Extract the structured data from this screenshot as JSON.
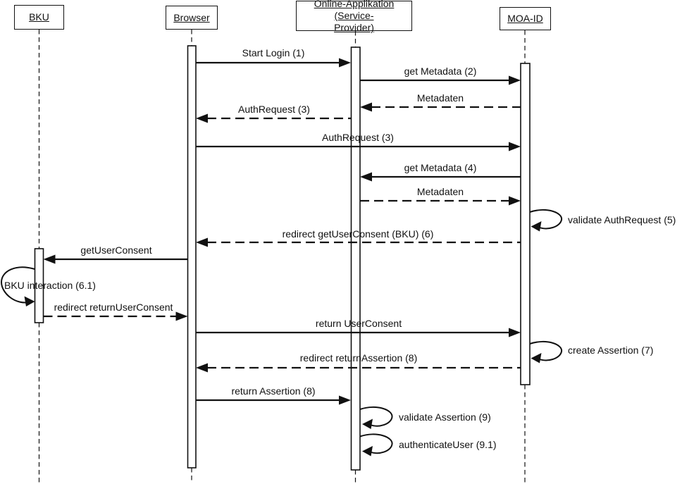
{
  "diagram": {
    "title": "MOA-ID login sequence diagram",
    "colors": {
      "line": "#111111",
      "background": "#ffffff",
      "text": "#111111"
    },
    "participants": [
      {
        "id": "bku",
        "label": "BKU"
      },
      {
        "id": "browser",
        "label": "Browser"
      },
      {
        "id": "online-app",
        "label": "Online-Applikation (Service-\nProvider)"
      },
      {
        "id": "moa-id",
        "label": "MOA-ID"
      }
    ],
    "messages": [
      {
        "label": "Start Login (1)",
        "from": "Browser",
        "to": "Online-Applikation (Service-Provider)",
        "line": "solid"
      },
      {
        "label": "get Metadata (2)",
        "from": "Online-Applikation (Service-Provider)",
        "to": "MOA-ID",
        "line": "solid"
      },
      {
        "label": "Metadaten",
        "from": "MOA-ID",
        "to": "Online-Applikation (Service-Provider)",
        "line": "dashed"
      },
      {
        "label": "AuthRequest (3)",
        "from": "Online-Applikation (Service-Provider)",
        "to": "Browser",
        "line": "dashed"
      },
      {
        "label": "AuthRequest (3)",
        "from": "Browser",
        "to": "MOA-ID",
        "line": "solid"
      },
      {
        "label": "get Metadata (4)",
        "from": "MOA-ID",
        "to": "Online-Applikation (Service-Provider)",
        "line": "solid"
      },
      {
        "label": "Metadaten",
        "from": "Online-Applikation (Service-Provider)",
        "to": "MOA-ID",
        "line": "dashed"
      },
      {
        "label": "validate AuthRequest (5)",
        "from": "MOA-ID",
        "to": "MOA-ID",
        "line": "self"
      },
      {
        "label": "redirect getUserConsent (BKU) (6)",
        "from": "MOA-ID",
        "to": "Browser",
        "line": "dashed"
      },
      {
        "label": "getUserConsent",
        "from": "Browser",
        "to": "BKU",
        "line": "solid"
      },
      {
        "label": "BKU interaction (6.1)",
        "from": "BKU",
        "to": "BKU",
        "line": "self"
      },
      {
        "label": "redirect returnUserConsent",
        "from": "BKU",
        "to": "Browser",
        "line": "dashed"
      },
      {
        "label": "return UserConsent",
        "from": "Browser",
        "to": "MOA-ID",
        "line": "solid"
      },
      {
        "label": "create Assertion (7)",
        "from": "MOA-ID",
        "to": "MOA-ID",
        "line": "self"
      },
      {
        "label": "redirect returnAssertion (8)",
        "from": "MOA-ID",
        "to": "Browser",
        "line": "dashed"
      },
      {
        "label": "return Assertion (8)",
        "from": "Browser",
        "to": "Online-Applikation (Service-Provider)",
        "line": "solid"
      },
      {
        "label": "validate Assertion (9)",
        "from": "Online-Applikation (Service-Provider)",
        "to": "Online-Applikation (Service-Provider)",
        "line": "self"
      },
      {
        "label": "authenticateUser (9.1)",
        "from": "Online-Applikation (Service-Provider)",
        "to": "Online-Applikation (Service-Provider)",
        "line": "self"
      }
    ]
  }
}
